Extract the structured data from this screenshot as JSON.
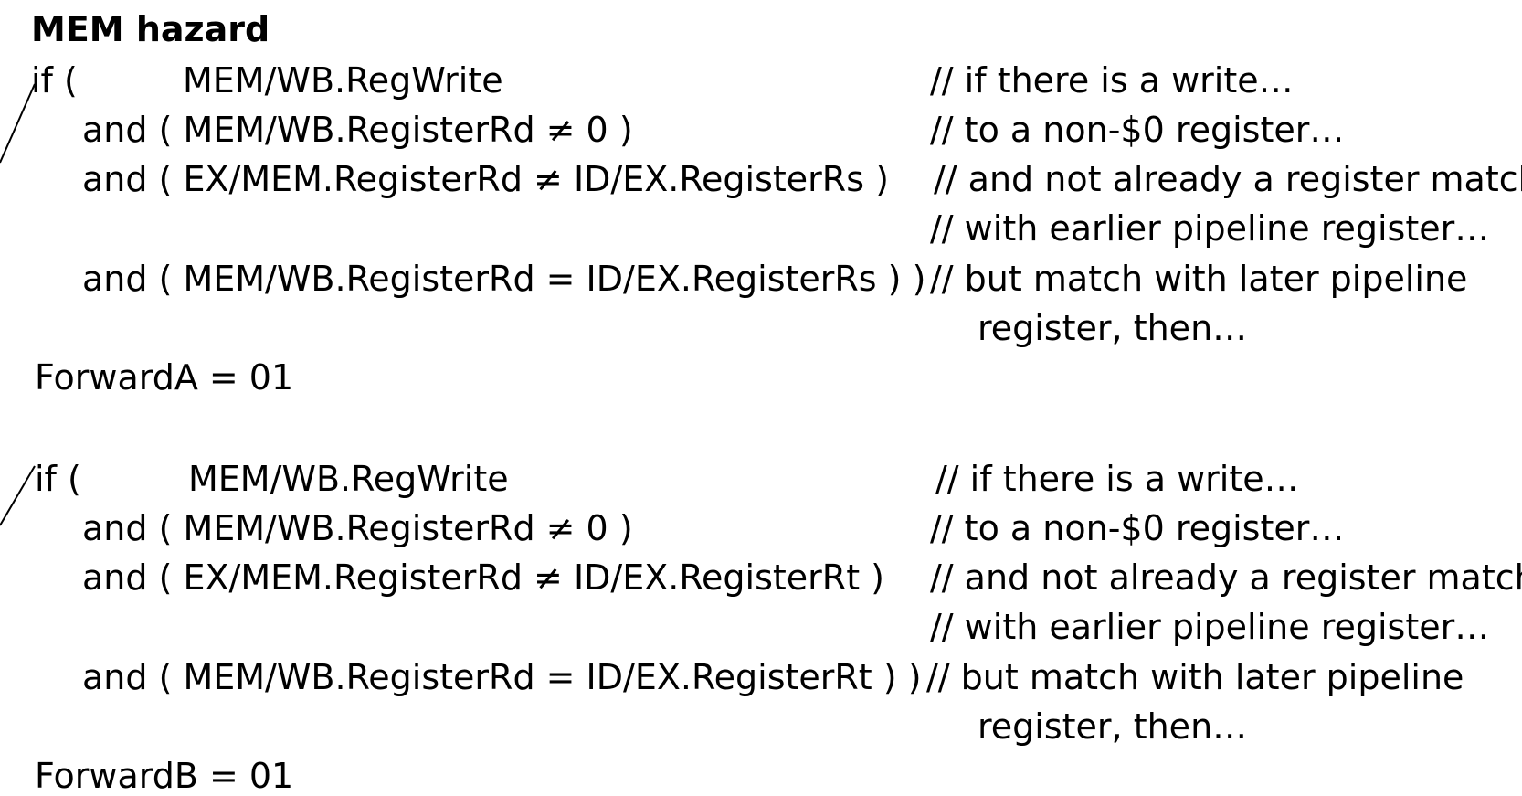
{
  "title": "MEM hazard",
  "block1": {
    "if": "if (",
    "cond1": "MEM/WB.RegWrite",
    "cond2": "and ( MEM/WB.RegisterRd ≠ 0 )",
    "cond3": "and ( EX/MEM.RegisterRd ≠ ID/EX.RegisterRs )",
    "cond4": "and ( MEM/WB.RegisterRd = ID/EX.RegisterRs ) )",
    "c1": "// if there is a write…",
    "c2": "// to a non-$0 register…",
    "c3": "// and not already a register match",
    "c3b": "// with earlier pipeline register…",
    "c4": "// but match with later pipeline",
    "c4b": "register, then…",
    "result": "ForwardA = 01"
  },
  "block2": {
    "if": "if (",
    "cond1": "MEM/WB.RegWrite",
    "cond2": "and ( MEM/WB.RegisterRd ≠ 0 )",
    "cond3": "and ( EX/MEM.RegisterRd ≠ ID/EX.RegisterRt )",
    "cond4": "and ( MEM/WB.RegisterRd = ID/EX.RegisterRt ) )",
    "c1": "// if there is a write…",
    "c2": "// to a non-$0 register…",
    "c3": "// and not already a register match",
    "c3b": "// with earlier pipeline register…",
    "c4": "// but match with later pipeline",
    "c4b": "register, then…",
    "result": "ForwardB = 01"
  }
}
